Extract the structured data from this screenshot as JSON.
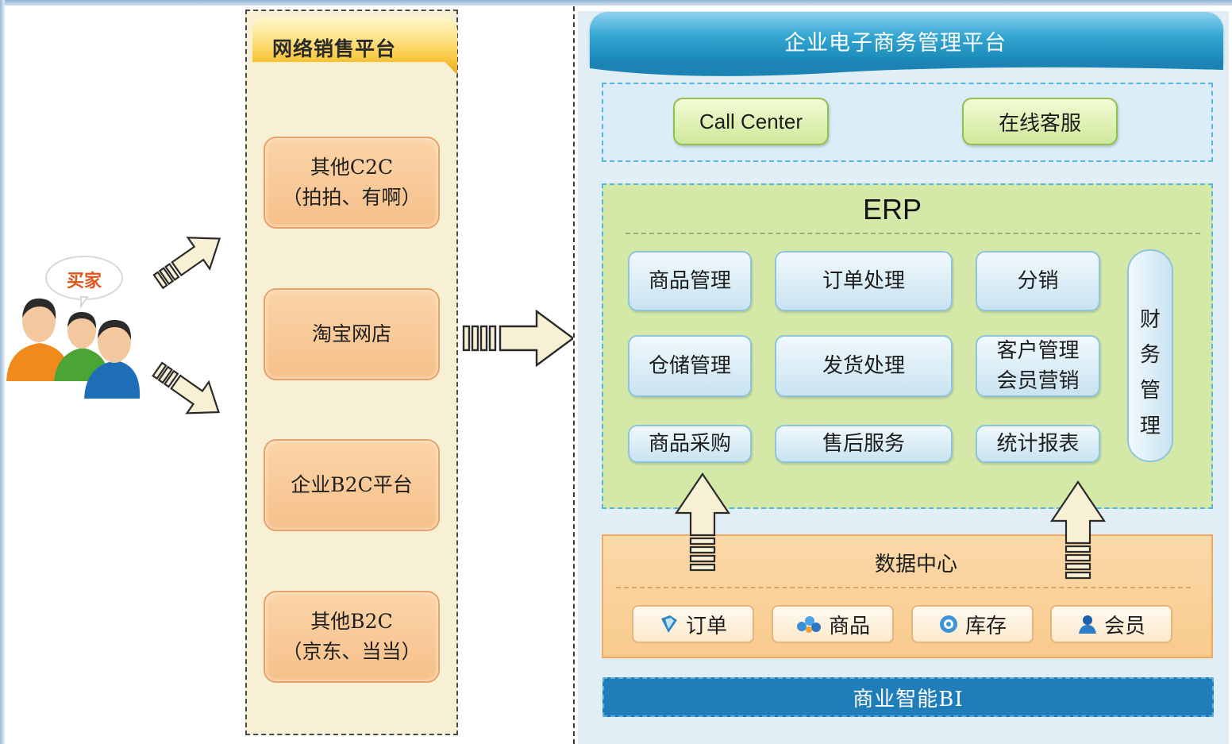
{
  "buyer": {
    "label": "买家"
  },
  "sales_platform": {
    "title": "网络销售平台",
    "shops": [
      {
        "line1": "其他C2C",
        "line2": "（拍拍、有啊）"
      },
      {
        "line1": "淘宝网店",
        "line2": ""
      },
      {
        "line1": "企业B2C平台",
        "line2": ""
      },
      {
        "line1": "其他B2C",
        "line2": "（京东、当当）"
      }
    ]
  },
  "enterprise": {
    "title": "企业电子商务管理平台",
    "services": [
      "Call Center",
      "在线客服"
    ],
    "erp": {
      "title": "ERP",
      "modules": {
        "goods_mgmt": "商品管理",
        "order_proc": "订单处理",
        "distribution": "分销",
        "warehouse": "仓储管理",
        "shipping": "发货处理",
        "crm_line1": "客户管理",
        "crm_line2": "会员营销",
        "purchase": "商品采购",
        "after_sales": "售后服务",
        "reports": "统计报表"
      },
      "finance": [
        "财",
        "务",
        "管",
        "理"
      ]
    },
    "data_center": {
      "title": "数据中心",
      "items": [
        "订单",
        "商品",
        "库存",
        "会员"
      ]
    },
    "bi": "商业智能BI"
  },
  "icons": [
    "buyer-people-icon",
    "order-icon",
    "goods-icon",
    "inventory-icon",
    "member-icon",
    "arrow-right-icon",
    "arrow-up-icon"
  ],
  "colors": {
    "platform_header": "#1685b6",
    "erp_bg": "#d4e8a8",
    "shop_bg": "#f6c08a",
    "data_bg": "#f8cb8d",
    "bi_bg": "#1f7eb9"
  }
}
